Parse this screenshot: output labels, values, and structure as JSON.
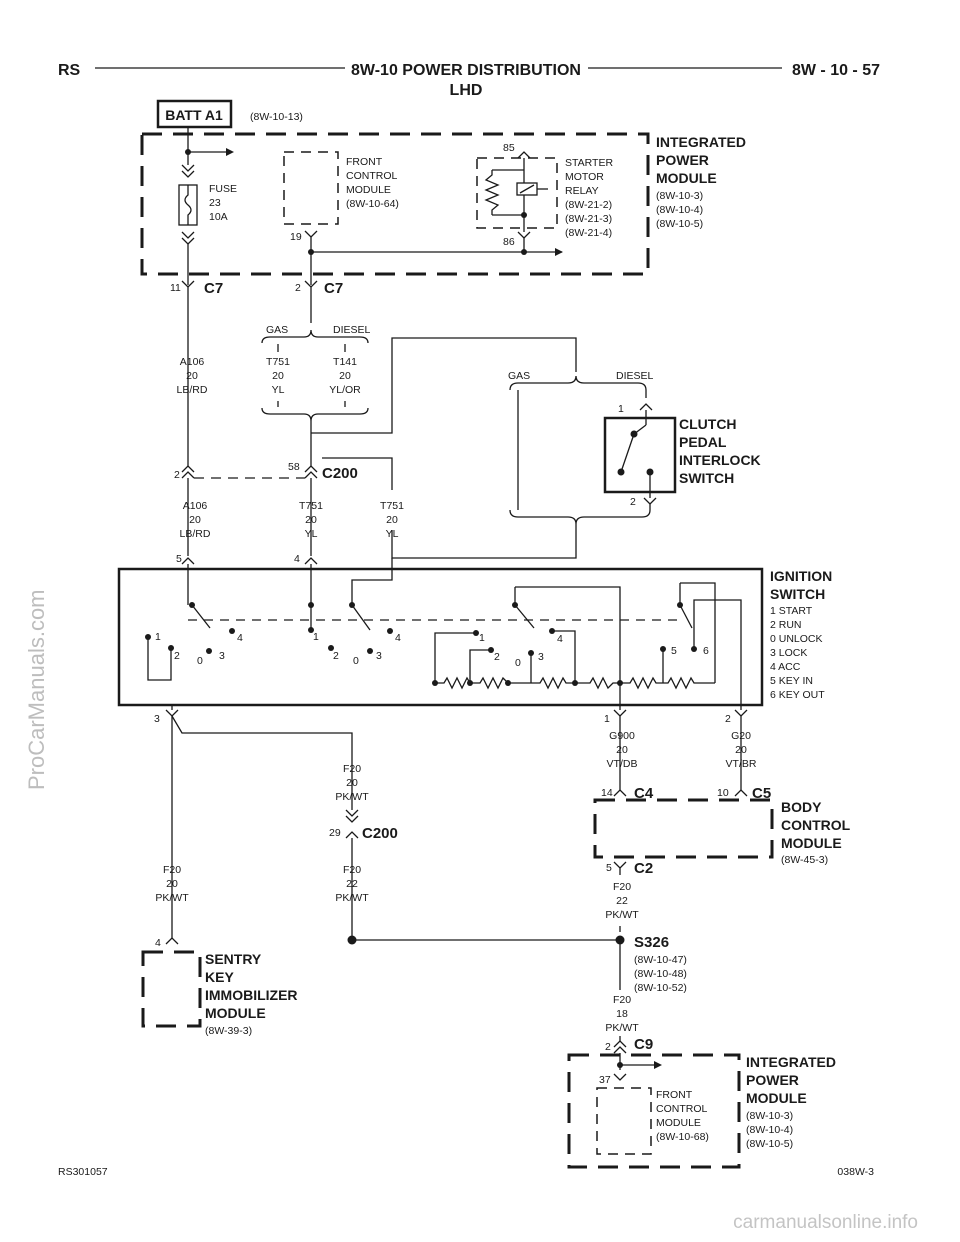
{
  "header": {
    "left": "RS",
    "title_line1": "8W-10 POWER DISTRIBUTION",
    "title_line2": "LHD",
    "right": "8W - 10 - 57"
  },
  "footer": {
    "left": "RS301057",
    "right": "038W-3"
  },
  "watermarks": {
    "side": "ProCarManuals.com",
    "bottom": "carmanualsonline.info"
  },
  "batt": {
    "label": "BATT A1",
    "ref": "(8W-10-13)"
  },
  "ipm_top": {
    "name_lines": [
      "INTEGRATED",
      "POWER",
      "MODULE"
    ],
    "refs": [
      "(8W-10-3)",
      "(8W-10-4)",
      "(8W-10-5)"
    ],
    "fuse_lines": [
      "FUSE",
      "23",
      "10A"
    ],
    "fcm_lines": [
      "FRONT",
      "CONTROL",
      "MODULE",
      "(8W-10-64)"
    ],
    "fcm_pin": "19",
    "relay_lines": [
      "STARTER",
      "MOTOR",
      "RELAY",
      "(8W-21-2)",
      "(8W-21-3)",
      "(8W-21-4)"
    ],
    "relay_pin_top": "85",
    "relay_pin_bottom": "86"
  },
  "c7": {
    "name": "C7",
    "pin_a": "11",
    "pin_b": "2"
  },
  "wires": {
    "a106_top": [
      "A106",
      "20",
      "LB/RD"
    ],
    "a106_bottom": [
      "A106",
      "20",
      "LB/RD"
    ],
    "t751_top": [
      "T751",
      "20",
      "YL"
    ],
    "t141": [
      "T141",
      "20",
      "YL/OR"
    ],
    "t751_mid": [
      "T751",
      "20",
      "YL"
    ],
    "t751_right": [
      "T751",
      "20",
      "YL"
    ],
    "g900": [
      "G900",
      "20",
      "VT/DB"
    ],
    "g20": [
      "G20",
      "20",
      "VT/BR"
    ],
    "f20_a": [
      "F20",
      "20",
      "PK/WT"
    ],
    "f20_b": [
      "F20",
      "22",
      "PK/WT"
    ],
    "f20_left": [
      "F20",
      "20",
      "PK/WT"
    ],
    "f20_c2": [
      "F20",
      "22",
      "PK/WT"
    ],
    "f20_18": [
      "F20",
      "18",
      "PK/WT"
    ]
  },
  "options": {
    "gas": "GAS",
    "diesel": "DIESEL"
  },
  "c200_top": {
    "name": "C200",
    "pin_a": "2",
    "pin_b": "58"
  },
  "clutch": {
    "name_lines": [
      "CLUTCH",
      "PEDAL",
      "INTERLOCK",
      "SWITCH"
    ],
    "pin_top": "1",
    "pin_bottom": "2"
  },
  "ignition": {
    "name_lines": [
      "IGNITION",
      "SWITCH"
    ],
    "legend": [
      "1 START",
      "2 RUN",
      "0 UNLOCK",
      "3 LOCK",
      "4 ACC",
      "5 KEY IN",
      "6 KEY OUT"
    ],
    "pins": {
      "p5": "5",
      "p4": "4",
      "p3": "3",
      "p1": "1",
      "p2": "2"
    },
    "positions": [
      "1",
      "2",
      "0",
      "3",
      "4",
      "5",
      "6"
    ]
  },
  "bcm": {
    "name_lines": [
      "BODY",
      "CONTROL",
      "MODULE"
    ],
    "ref": "(8W-45-3)",
    "c4": "C4",
    "c4_pin": "14",
    "c5": "C5",
    "c5_pin": "10",
    "c2": "C2",
    "c2_pin": "5"
  },
  "c200_low": {
    "name": "C200",
    "pin": "29"
  },
  "skim": {
    "name_lines": [
      "SENTRY",
      "KEY",
      "IMMOBILIZER",
      "MODULE"
    ],
    "ref": "(8W-39-3)",
    "pin": "4"
  },
  "s326": {
    "name": "S326",
    "refs": [
      "(8W-10-47)",
      "(8W-10-48)",
      "(8W-10-52)"
    ]
  },
  "c9": {
    "name": "C9",
    "pin": "2"
  },
  "ipm_bottom": {
    "name_lines": [
      "INTEGRATED",
      "POWER",
      "MODULE"
    ],
    "refs": [
      "(8W-10-3)",
      "(8W-10-4)",
      "(8W-10-5)"
    ],
    "fcm_lines": [
      "FRONT",
      "CONTROL",
      "MODULE",
      "(8W-10-68)"
    ],
    "fcm_pin": "37"
  }
}
